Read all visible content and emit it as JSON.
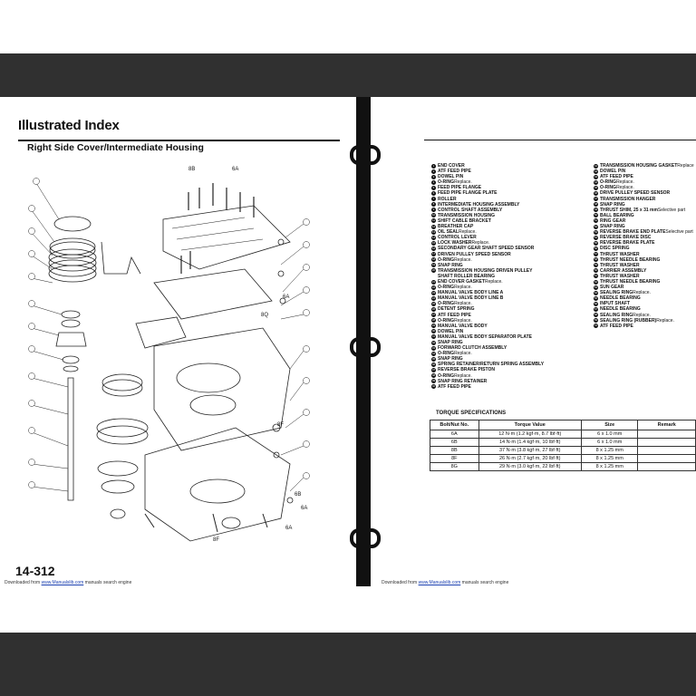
{
  "left_page": {
    "title": "Illustrated Index",
    "subtitle": "Right Side Cover/Intermediate Housing",
    "page_number": "14-312",
    "footer": {
      "prefix": "Downloaded from ",
      "link": "www.Manualslib.com",
      "suffix": " manuals search engine"
    }
  },
  "diagram_labels": [
    "8B",
    "6A",
    "6A",
    "8Q",
    "8F",
    "6B",
    "6A",
    "8F",
    "6A"
  ],
  "right_page": {
    "legend_left": [
      {
        "n": "1",
        "text": "END COVER",
        "note": ""
      },
      {
        "n": "2",
        "text": "ATF FEED PIPE",
        "note": ""
      },
      {
        "n": "3",
        "text": "DOWEL PIN",
        "note": ""
      },
      {
        "n": "4",
        "text": "O-RING",
        "note": " Replace."
      },
      {
        "n": "5",
        "text": "FEED PIPE FLANGE",
        "note": ""
      },
      {
        "n": "6",
        "text": "FEED PIPE FLANGE PLATE",
        "note": ""
      },
      {
        "n": "7",
        "text": "ROLLER",
        "note": ""
      },
      {
        "n": "8",
        "text": "INTERMEDIATE HOUSING ASSEMBLY",
        "note": ""
      },
      {
        "n": "9",
        "text": "CONTROL SHAFT ASSEMBLY",
        "note": ""
      },
      {
        "n": "10",
        "text": "TRANSMISSION HOUSING",
        "note": ""
      },
      {
        "n": "11",
        "text": "SHIFT CABLE BRACKET",
        "note": ""
      },
      {
        "n": "12",
        "text": "BREATHER CAP",
        "note": ""
      },
      {
        "n": "13",
        "text": "OIL SEAL",
        "note": " Replace."
      },
      {
        "n": "14",
        "text": "CONTROL LEVER",
        "note": ""
      },
      {
        "n": "15",
        "text": "LOCK WASHER",
        "note": " Replace."
      },
      {
        "n": "16",
        "text": "SECONDARY GEAR SHAFT SPEED SENSOR",
        "note": ""
      },
      {
        "n": "17",
        "text": "DRIVEN PULLEY SPEED SENSOR",
        "note": ""
      },
      {
        "n": "18",
        "text": "O-RING",
        "note": " Replace."
      },
      {
        "n": "19",
        "text": "SNAP RING",
        "note": ""
      },
      {
        "n": "20",
        "text": "TRANSMISSION HOUSING DRIVEN PULLEY",
        "note": ""
      },
      {
        "n": "",
        "text": "SHAFT ROLLER BEARING",
        "note": ""
      },
      {
        "n": "21",
        "text": "END COVER GASKET",
        "note": " Replace."
      },
      {
        "n": "22",
        "text": "O-RING",
        "note": " Replace."
      },
      {
        "n": "23",
        "text": "MANUAL VALVE BODY LINE A",
        "note": ""
      },
      {
        "n": "24",
        "text": "MANUAL VALVE BODY LINE B",
        "note": ""
      },
      {
        "n": "25",
        "text": "O-RING",
        "note": " Replace."
      },
      {
        "n": "26",
        "text": "DETENT SPRING",
        "note": ""
      },
      {
        "n": "27",
        "text": "ATF FEED PIPE",
        "note": ""
      },
      {
        "n": "28",
        "text": "O-RING",
        "note": " Replace."
      },
      {
        "n": "29",
        "text": "MANUAL VALVE BODY",
        "note": ""
      },
      {
        "n": "30",
        "text": "DOWEL PIN",
        "note": ""
      },
      {
        "n": "31",
        "text": "MANUAL VALVE BODY SEPARATOR PLATE",
        "note": ""
      },
      {
        "n": "32",
        "text": "SNAP RING",
        "note": ""
      },
      {
        "n": "33",
        "text": "FORWARD CLUTCH ASSEMBLY",
        "note": ""
      },
      {
        "n": "34",
        "text": "O-RING",
        "note": " Replace."
      },
      {
        "n": "35",
        "text": "SNAP RING",
        "note": ""
      },
      {
        "n": "36",
        "text": "SPRING RETAINER/RETURN SPRING ASSEMBLY",
        "note": ""
      },
      {
        "n": "37",
        "text": "REVERSE BRAKE PISTON",
        "note": ""
      },
      {
        "n": "38",
        "text": "O-RING",
        "note": " Replace."
      },
      {
        "n": "39",
        "text": "SNAP RING RETAINER",
        "note": ""
      },
      {
        "n": "40",
        "text": "ATF FEED PIPE",
        "note": ""
      }
    ],
    "legend_right": [
      {
        "n": "41",
        "text": "TRANSMISSION HOUSING GASKET",
        "note": " Replace"
      },
      {
        "n": "42",
        "text": "DOWEL PIN",
        "note": ""
      },
      {
        "n": "43",
        "text": "ATF FEED PIPE",
        "note": ""
      },
      {
        "n": "44",
        "text": "O-RING",
        "note": " Replace."
      },
      {
        "n": "45",
        "text": "O-RING",
        "note": " Replace."
      },
      {
        "n": "46",
        "text": "DRIVE PULLEY SPEED SENSOR",
        "note": ""
      },
      {
        "n": "47",
        "text": "TRANSMISSION HANGER",
        "note": ""
      },
      {
        "n": "48",
        "text": "SNAP RING",
        "note": ""
      },
      {
        "n": "49",
        "text": "THRUST SHIM, 25 x 31 mm",
        "note": " Selective part"
      },
      {
        "n": "50",
        "text": "BALL BEARING",
        "note": ""
      },
      {
        "n": "51",
        "text": "RING GEAR",
        "note": ""
      },
      {
        "n": "52",
        "text": "SNAP RING",
        "note": ""
      },
      {
        "n": "53",
        "text": "REVERSE BRAKE END PLATE",
        "note": " Selective part"
      },
      {
        "n": "54",
        "text": "REVERSE BRAKE DISC",
        "note": ""
      },
      {
        "n": "55",
        "text": "REVERSE BRAKE PLATE",
        "note": ""
      },
      {
        "n": "56",
        "text": "DISC SPRING",
        "note": ""
      },
      {
        "n": "57",
        "text": "THRUST WASHER",
        "note": ""
      },
      {
        "n": "58",
        "text": "THRUST NEEDLE BEARING",
        "note": ""
      },
      {
        "n": "59",
        "text": "THRUST WASHER",
        "note": ""
      },
      {
        "n": "60",
        "text": "CARRIER ASSEMBLY",
        "note": ""
      },
      {
        "n": "61",
        "text": "THRUST WASHER",
        "note": ""
      },
      {
        "n": "62",
        "text": "THRUST NEEDLE BEARING",
        "note": ""
      },
      {
        "n": "63",
        "text": "SUN GEAR",
        "note": ""
      },
      {
        "n": "64",
        "text": "SEALING RING",
        "note": " Replace."
      },
      {
        "n": "65",
        "text": "NEEDLE BEARING",
        "note": ""
      },
      {
        "n": "66",
        "text": "INPUT SHAFT",
        "note": ""
      },
      {
        "n": "67",
        "text": "NEEDLE BEARING",
        "note": ""
      },
      {
        "n": "68",
        "text": "SEALING RING",
        "note": " Replace."
      },
      {
        "n": "69",
        "text": "SEALING RING (RUBBER)",
        "note": " Replace."
      },
      {
        "n": "70",
        "text": "ATF FEED PIPE",
        "note": ""
      }
    ],
    "torque": {
      "title": "TORQUE SPECIFICATIONS",
      "headers": [
        "Bolt/Nut No.",
        "Torque Value",
        "Size",
        "Remark"
      ],
      "rows": [
        [
          "6A",
          "12 N·m (1.2 kgf·m, 8.7 lbf·ft)",
          "6 x 1.0 mm",
          ""
        ],
        [
          "6B",
          "14 N·m (1.4 kgf·m, 10 lbf·ft)",
          "6 x 1.0 mm",
          ""
        ],
        [
          "8B",
          "37 N·m (3.8 kgf·m, 27 lbf·ft)",
          "8 x 1.25 mm",
          ""
        ],
        [
          "8F",
          "26 N·m (2.7 kgf·m, 20 lbf·ft)",
          "8 x 1.25 mm",
          ""
        ],
        [
          "8G",
          "29 N·m (3.0 kgf·m, 22 lbf·ft)",
          "8 x 1.25 mm",
          ""
        ]
      ]
    },
    "footer": {
      "prefix": "Downloaded from ",
      "link": "www.Manualslib.com",
      "suffix": " manuals search engine"
    }
  }
}
